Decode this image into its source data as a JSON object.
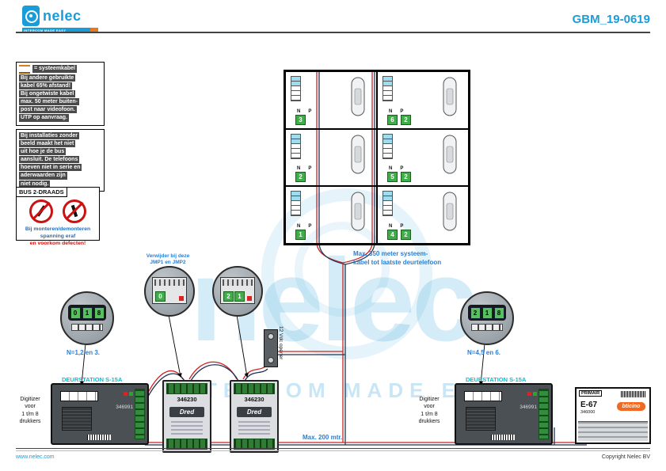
{
  "header": {
    "logo_text": "nelec",
    "tagline": "INTERCOM MADE EASY",
    "doc_number": "GBM_19-0619"
  },
  "watermark": {
    "text": "nelec",
    "tagline": "INTERCOM MADE EASY"
  },
  "footer": {
    "left": "www.nelec.com",
    "right": "Copyright Nelec BV"
  },
  "notes": {
    "cable": {
      "title": "= systeemkabel",
      "lines": [
        "Bij andere gebruikte",
        "kabel 65% afstand!",
        "Bij ongetwiste kabel",
        "max. 50 meter buiten-",
        "post naar videofoon.",
        "UTP op aanvraag."
      ]
    },
    "install": {
      "lines": [
        "Bij installaties zonder",
        "beeld maakt het niet",
        "uit hoe je de bus",
        "aansluit. De telefoons",
        "hoeven niet in serie en",
        "aderwaarden zijn",
        "niet nodig."
      ]
    },
    "bus_label": "BUS 2-DRAADS",
    "warning": {
      "line1": "Bij monteren/demonteren",
      "line2": "spanning eraf",
      "line3": "en voorkom defecten!"
    }
  },
  "annotations": {
    "max350": "Max. 350 meter systeem-\nkabel tot laatste deurtelefoon",
    "jumper": "Verwijder bij deze\nJMP1 en JMP2",
    "n_left": "N=1,2 en 3.",
    "n_right": "N=4,5 en 6.",
    "max200": "Max. 200 mtr.",
    "opener_label": "12 Vdc opener"
  },
  "grid": {
    "n_label": "N",
    "p_label": "P",
    "cells": [
      {
        "n": "3",
        "p": ""
      },
      {
        "n": "6",
        "p": "2"
      },
      {
        "n": "2",
        "p": ""
      },
      {
        "n": "5",
        "p": "2"
      },
      {
        "n": "1",
        "p": ""
      },
      {
        "n": "4",
        "p": "2"
      }
    ]
  },
  "callouts": {
    "c1": {
      "d1": "0",
      "d2": "1",
      "d3": "8"
    },
    "c2": {
      "d1": "0"
    },
    "c3": {
      "d1": "2",
      "d2": "1"
    },
    "c4": {
      "d1": "2",
      "d2": "1",
      "d3": "8"
    }
  },
  "devices": {
    "deurstation": {
      "title": "DEURSTATION S-15A",
      "model": "346991",
      "side_label": "Digitizer\nvoor\n1 t/m 8\ndrukkers"
    },
    "psu": {
      "model": "346230",
      "brand": "Dred"
    },
    "e67": {
      "primair": "PRIMAIR",
      "name": "E-67",
      "part": "346000",
      "brand": "bticino"
    }
  }
}
